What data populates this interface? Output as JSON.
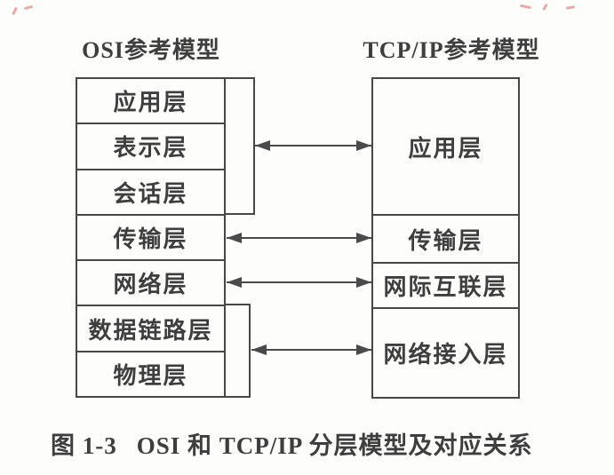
{
  "figure": {
    "osi": {
      "title": "OSI参考模型",
      "layers": [
        "应用层",
        "表示层",
        "会话层",
        "传输层",
        "网络层",
        "数据链路层",
        "物理层"
      ]
    },
    "tcpip": {
      "title": "TCP/IP参考模型",
      "layers": [
        "应用层",
        "传输层",
        "网际互联层",
        "网络接入层"
      ]
    },
    "mappings": [
      {
        "osi": "应用层+表示层+会话层",
        "tcpip": "应用层"
      },
      {
        "osi": "传输层",
        "tcpip": "传输层"
      },
      {
        "osi": "网络层",
        "tcpip": "网际互联层"
      },
      {
        "osi": "数据链路层+物理层",
        "tcpip": "网络接入层"
      }
    ],
    "caption": {
      "label": "图 1-3",
      "text": "OSI 和 TCP/IP 分层模型及对应关系"
    },
    "colors": {
      "line": "#474747",
      "text": "#3e3e3e",
      "background": "#fdfdfc",
      "pen_mark": "#cc4444"
    }
  }
}
